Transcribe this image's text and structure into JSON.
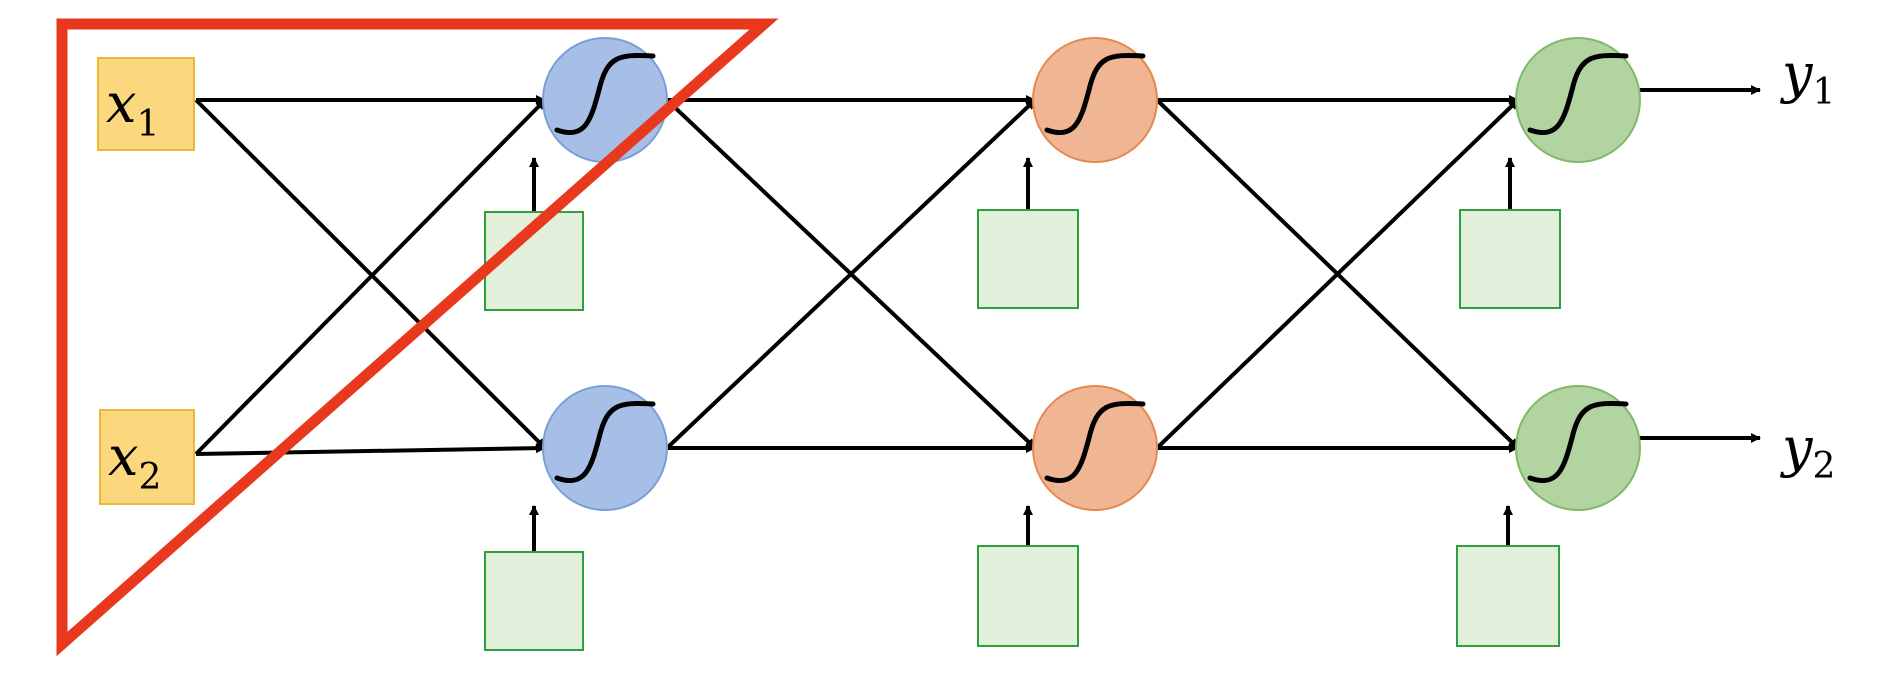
{
  "inputs": [
    {
      "symbol": "x",
      "subscript": "1"
    },
    {
      "symbol": "x",
      "subscript": "2"
    }
  ],
  "outputs": [
    {
      "symbol": "y",
      "subscript": "1"
    },
    {
      "symbol": "y",
      "subscript": "2"
    }
  ],
  "layers": [
    {
      "fill": "#a7bfe6",
      "stroke": "#7a9fd8"
    },
    {
      "fill": "#f0b592",
      "stroke": "#e5894f"
    },
    {
      "fill": "#b2d4a0",
      "stroke": "#80b96a"
    }
  ],
  "colors": {
    "input_fill": "#fbd77e",
    "input_stroke": "#e8b93a",
    "bias_fill": "#e2efda",
    "bias_stroke": "#2f9e3c",
    "highlight": "#e8391e",
    "edge": "#000000"
  },
  "icons": {
    "neuron": "sigmoid-curve-icon",
    "bias": "bias-box",
    "highlight": "highlight-triangle"
  }
}
